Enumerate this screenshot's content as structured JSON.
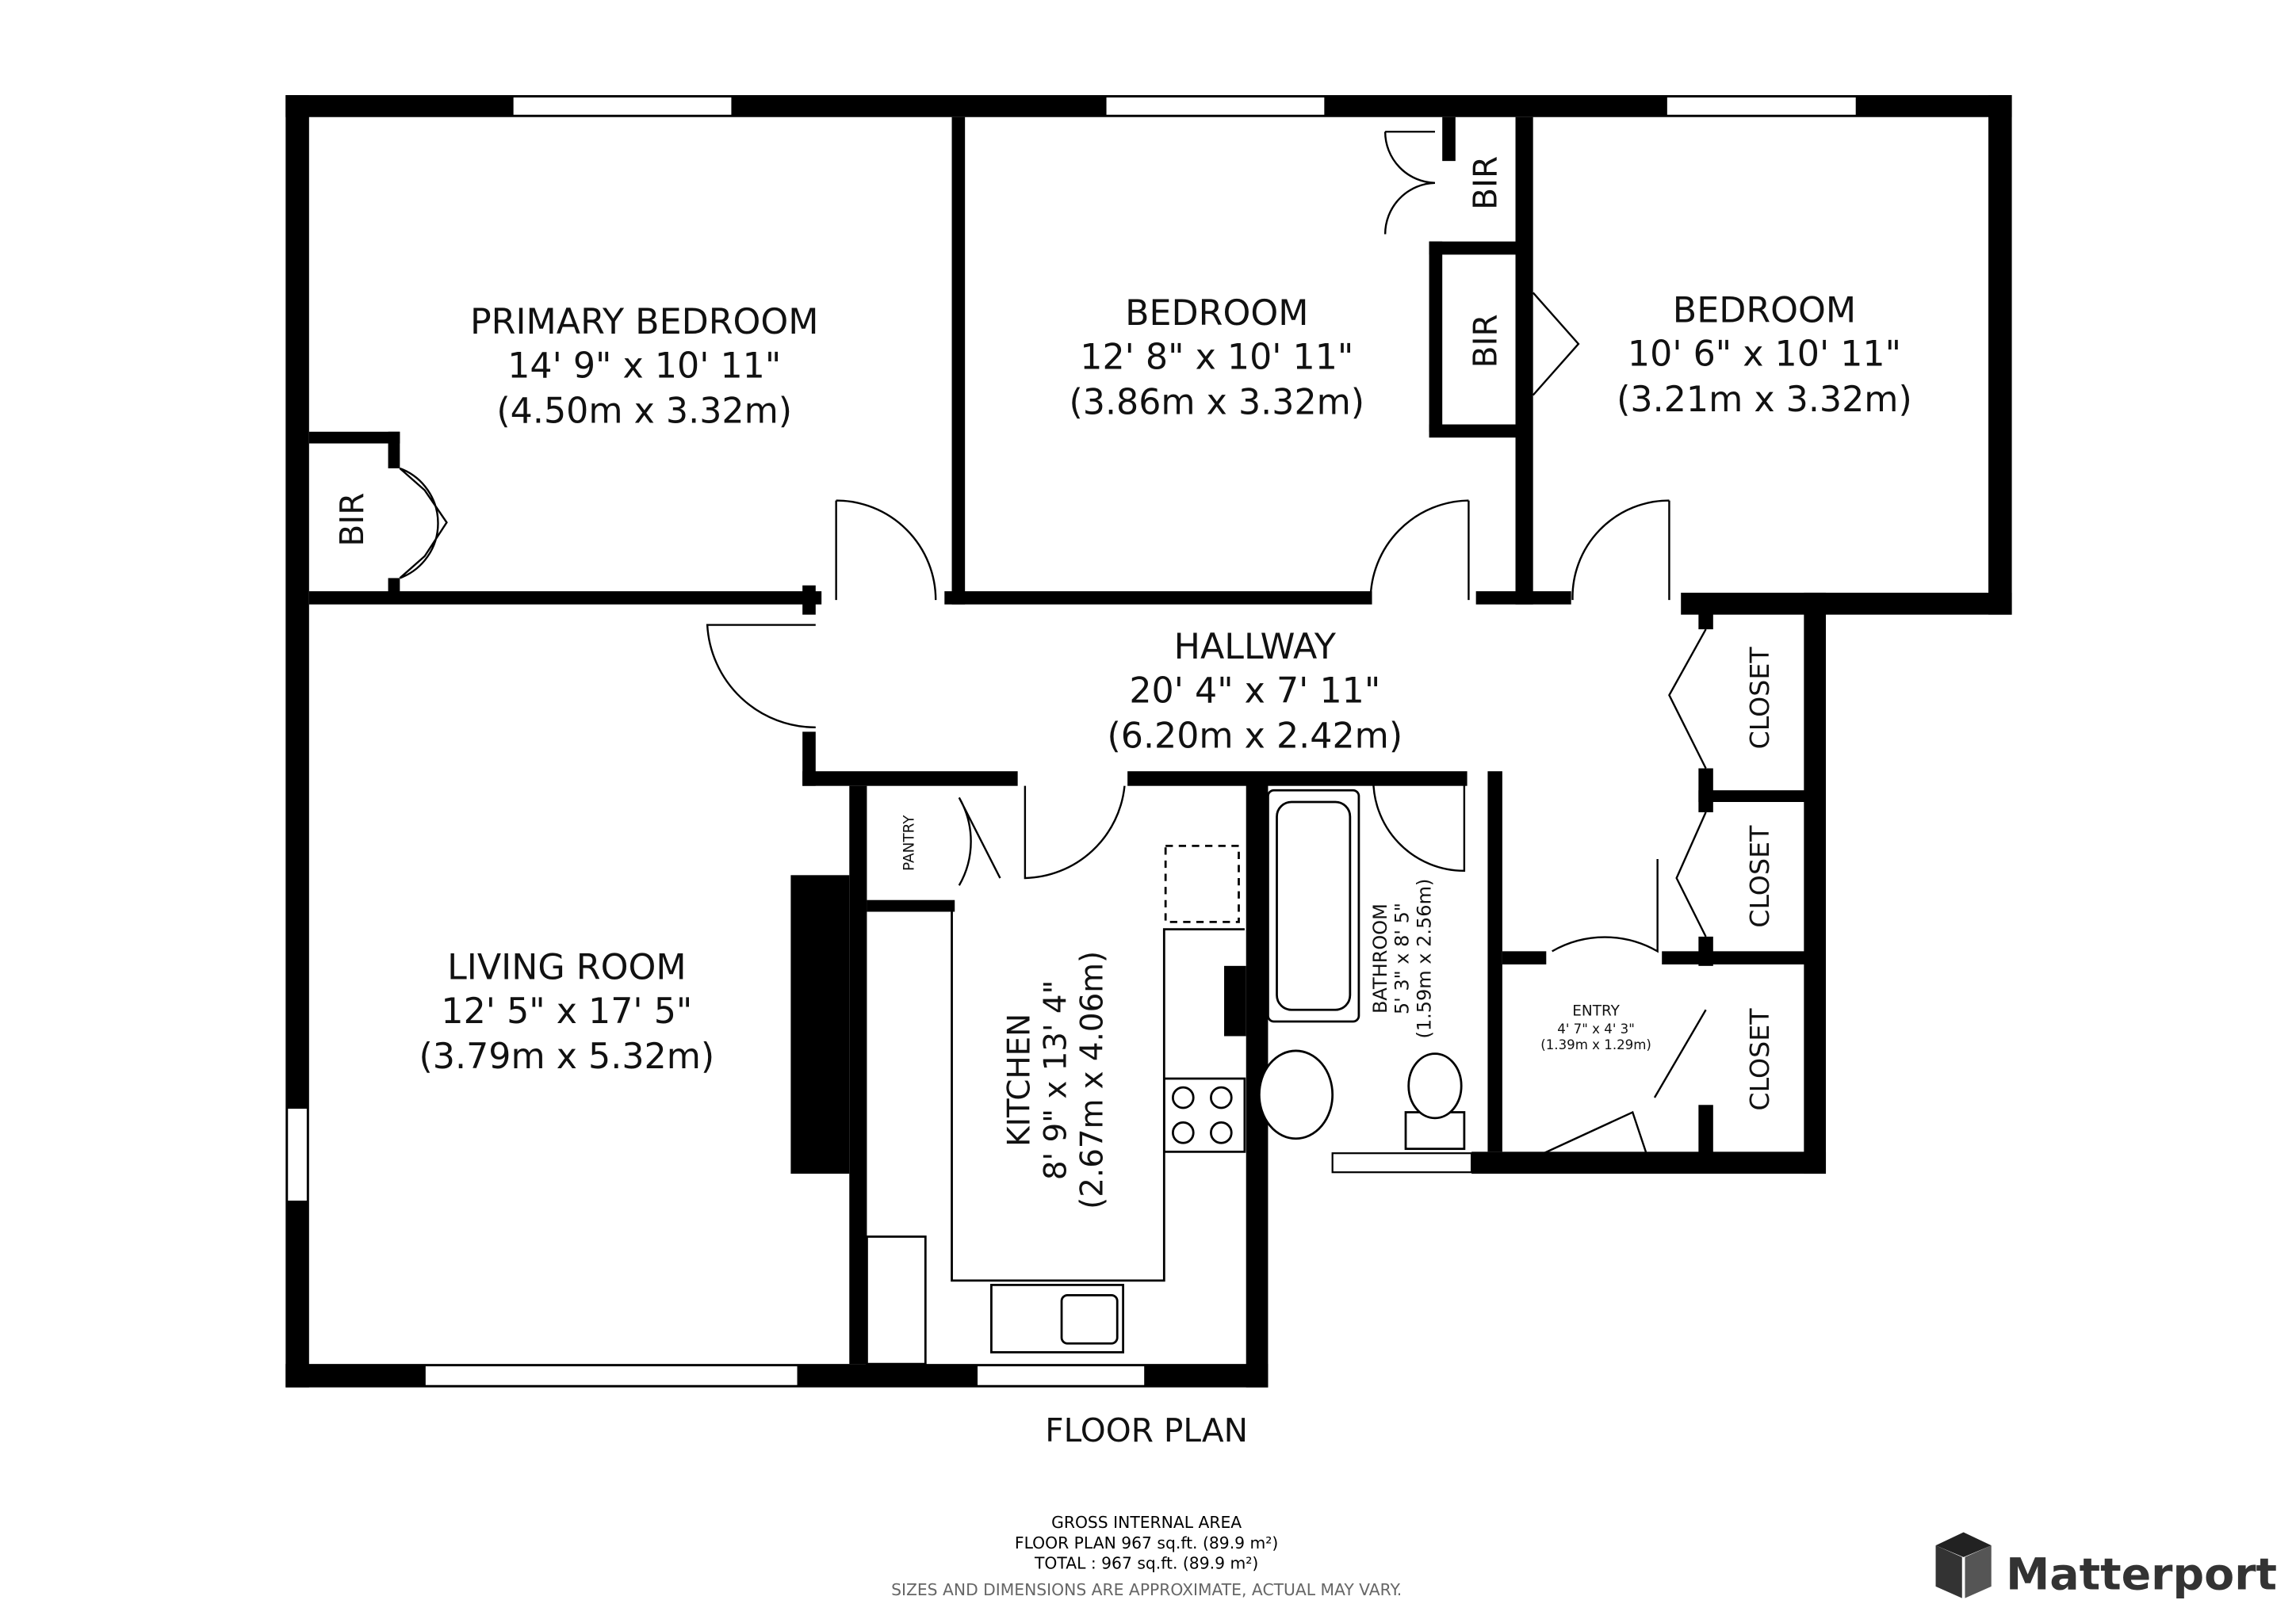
{
  "rooms": {
    "primary_bedroom": {
      "name": "PRIMARY BEDROOM",
      "imperial": "14' 9\" x 10' 11\"",
      "metric": "(4.50m x 3.32m)"
    },
    "bedroom_2": {
      "name": "BEDROOM",
      "imperial": "12' 8\" x 10' 11\"",
      "metric": "(3.86m x 3.32m)"
    },
    "bedroom_3": {
      "name": "BEDROOM",
      "imperial": "10' 6\" x 10' 11\"",
      "metric": "(3.21m x 3.32m)"
    },
    "hallway": {
      "name": "HALLWAY",
      "imperial": "20' 4\" x 7' 11\"",
      "metric": "(6.20m x 2.42m)"
    },
    "living_room": {
      "name": "LIVING ROOM",
      "imperial": "12' 5\" x 17' 5\"",
      "metric": "(3.79m x 5.32m)"
    },
    "kitchen": {
      "name": "KITCHEN",
      "imperial": "8' 9\" x 13' 4\"",
      "metric": "(2.67m x 4.06m)"
    },
    "bathroom": {
      "name": "BATHROOM",
      "imperial": "5' 3\" x 8' 5\"",
      "metric": "(1.59m x 2.56m)"
    },
    "entry": {
      "name": "ENTRY",
      "imperial": "4' 7\" x 4' 3\"",
      "metric": "(1.39m x 1.29m)"
    }
  },
  "storage": {
    "bir": "BIR",
    "closet": "CLOSET",
    "pantry": "PANTRY"
  },
  "floor_label": "FLOOR PLAN",
  "footer": {
    "line1": "GROSS INTERNAL AREA",
    "line2": "FLOOR PLAN 967 sq.ft. (89.9 m²)",
    "line3": "TOTAL :  967 sq.ft. (89.9 m²)",
    "disclaimer": "SIZES AND DIMENSIONS ARE APPROXIMATE, ACTUAL MAY VARY."
  },
  "brand": {
    "name": "Matterport",
    "color": "#333333"
  }
}
